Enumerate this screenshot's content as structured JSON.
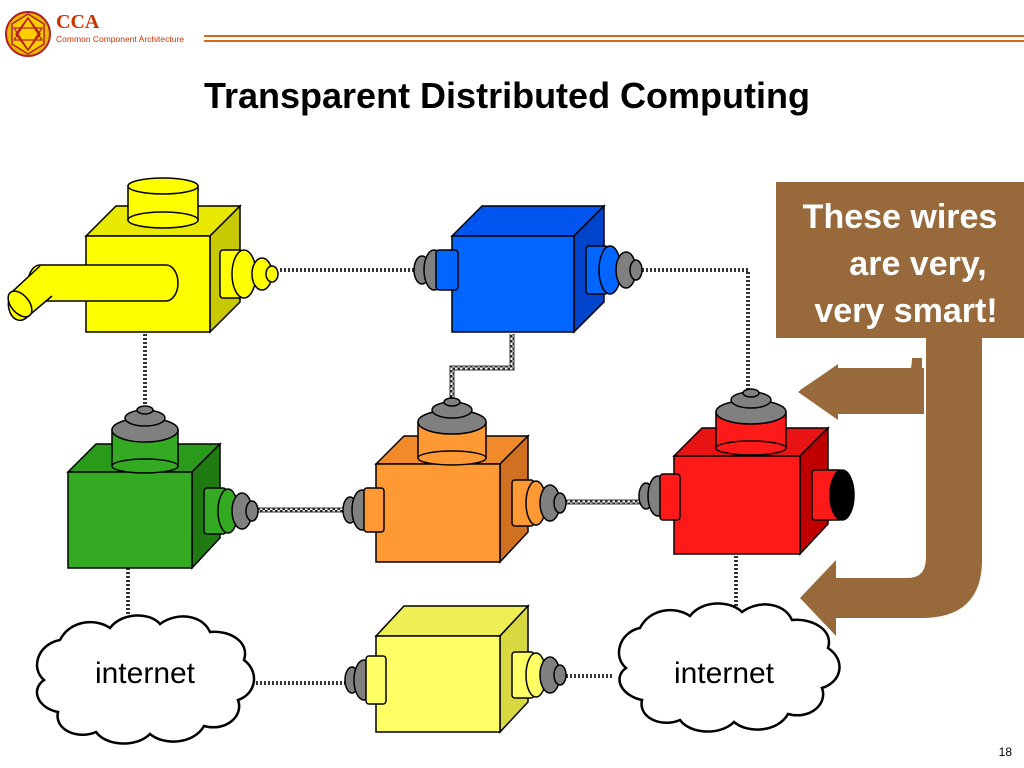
{
  "header": {
    "logo_acronym": "CCA",
    "logo_subtitle": "Common Component Architecture"
  },
  "slide": {
    "title": "Transparent Distributed Computing",
    "page_number": "18"
  },
  "callout": {
    "lines": [
      "These wires",
      "are very,",
      "very smart!"
    ]
  },
  "clouds": [
    {
      "label": "internet"
    },
    {
      "label": "internet"
    }
  ],
  "colors": {
    "header_rule": "#d2691e",
    "callout_bg": "#98693a",
    "yellow": "#ffff00",
    "blue": "#0066ff",
    "green": "#33aa22",
    "orange": "#ff9933",
    "red": "#ff1a1a",
    "pale_yellow": "#ffff66",
    "port_gray": "#808080"
  }
}
